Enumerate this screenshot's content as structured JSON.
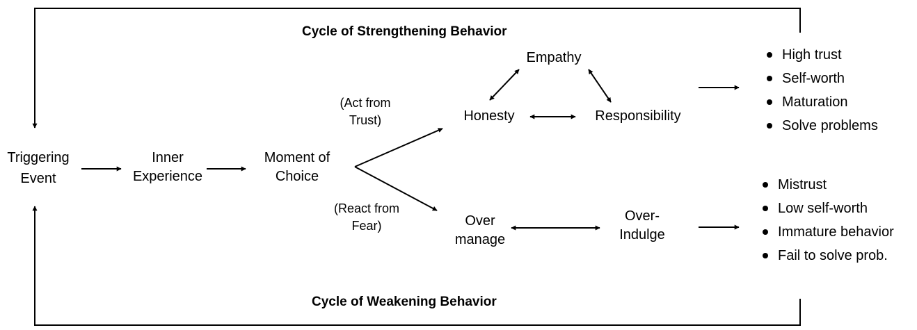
{
  "titles": {
    "strengthening": "Cycle of Strengthening Behavior",
    "weakening": "Cycle of Weakening Behavior"
  },
  "nodes": {
    "triggering_event": [
      "Triggering",
      "Event"
    ],
    "inner_experience": [
      "Inner",
      "Experience"
    ],
    "moment_of_choice": [
      "Moment of",
      "Choice"
    ],
    "act_from_trust": [
      "(Act from",
      "Trust)"
    ],
    "react_from_fear": [
      "(React from",
      "Fear)"
    ],
    "empathy": "Empathy",
    "honesty": "Honesty",
    "responsibility": "Responsibility",
    "over_manage": [
      "Over",
      "manage"
    ],
    "over_indulge": [
      "Over-",
      "Indulge"
    ]
  },
  "outcomes": {
    "positive": [
      "High trust",
      "Self-worth",
      "Maturation",
      "Solve problems"
    ],
    "negative": [
      "Mistrust",
      "Low self-worth",
      "Immature behavior",
      "Fail to solve prob."
    ]
  }
}
